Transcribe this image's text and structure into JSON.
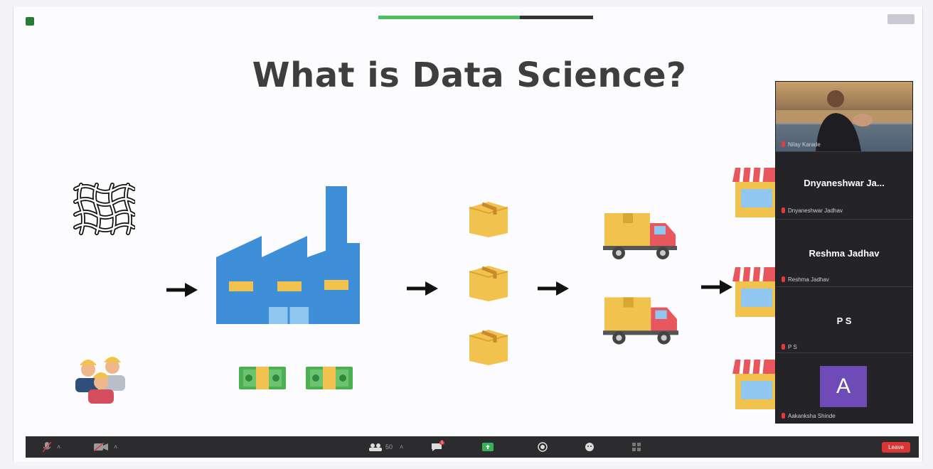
{
  "slide": {
    "title": "What is Data Science?"
  },
  "participants": [
    {
      "name_big": "",
      "label": "Nilay Karade",
      "type": "video"
    },
    {
      "name_big": "Dnyaneshwar  Ja...",
      "label": "Dnyaneshwar Jadhav",
      "type": "name"
    },
    {
      "name_big": "Reshma Jadhav",
      "label": "Reshma Jadhav",
      "type": "name"
    },
    {
      "name_big": "P S",
      "label": "P S",
      "type": "name"
    },
    {
      "name_big": "",
      "avatar_letter": "A",
      "label": "Aakanksha Shinde",
      "type": "avatar"
    }
  ],
  "toolbar": {
    "participants_count": "50",
    "chat_badge": "1",
    "leave_label": "Leave"
  },
  "share_progress": 0.66,
  "icons": [
    "shield-icon",
    "fabric-icon",
    "workers-icon",
    "factory-icon",
    "money-icon",
    "box-icon",
    "truck-icon",
    "store-icon",
    "arrow-icon",
    "mic-icon",
    "video-icon",
    "participants-icon",
    "chat-icon",
    "share-icon",
    "record-icon",
    "reactions-icon",
    "apps-icon"
  ],
  "colors": {
    "factory": "#3f8fd8",
    "box": "#f2c24f",
    "truck": "#f2c24f",
    "store_awning": "#e8575d",
    "money": "#4caf50",
    "leave": "#d93535",
    "avatar": "#6f4bb8"
  }
}
